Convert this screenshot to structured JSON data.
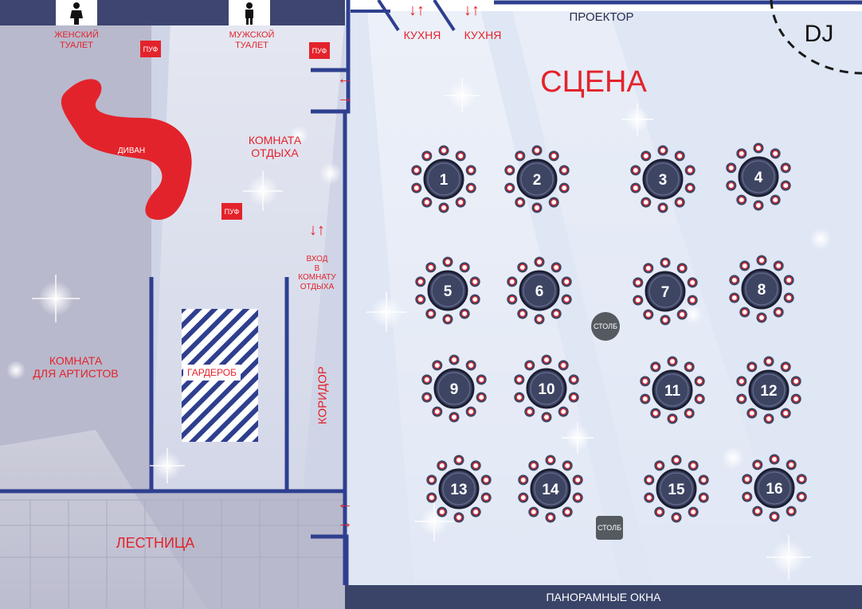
{
  "labels": {
    "women_wc": "ЖЕНСКИЙ\nТУАЛЕТ",
    "men_wc": "МУЖСКОЙ\nТУАЛЕТ",
    "pouf": "ПУФ",
    "sofa": "ДИВАН",
    "lounge": "КОМНАТА\nОТДЫХА",
    "artists": "КОМНАТА\nДЛЯ АРТИСТОВ",
    "wardrobe": "ГАРДЕРОБ",
    "corridor": "КОРИДОР",
    "lounge_entry": "ВХОД\nВ\nКОМНАТУ\nОТДЫХА",
    "stairs": "ЛЕСТНИЦА",
    "kitchen": "КУХНЯ",
    "projector": "ПРОЕКТОР",
    "dj": "DJ",
    "stage": "СЦЕНА",
    "pillar": "СТОЛБ",
    "windows": "ПАНОРАМНЫЕ ОКНА",
    "arrows_updown": "↓↑",
    "arrow_left": "←",
    "arrow_right": "→"
  },
  "tables": [
    {
      "number": "1",
      "seats": 10
    },
    {
      "number": "2",
      "seats": 10
    },
    {
      "number": "3",
      "seats": 10
    },
    {
      "number": "4",
      "seats": 10
    },
    {
      "number": "5",
      "seats": 10
    },
    {
      "number": "6",
      "seats": 10
    },
    {
      "number": "7",
      "seats": 10
    },
    {
      "number": "8",
      "seats": 10
    },
    {
      "number": "9",
      "seats": 10
    },
    {
      "number": "10",
      "seats": 10
    },
    {
      "number": "11",
      "seats": 10
    },
    {
      "number": "12",
      "seats": 10
    },
    {
      "number": "13",
      "seats": 10
    },
    {
      "number": "14",
      "seats": 10
    },
    {
      "number": "15",
      "seats": 10
    },
    {
      "number": "16",
      "seats": 10
    }
  ],
  "colors": {
    "accent_red": "#e3232b",
    "wall_blue": "#2f3f8f",
    "table_fill": "#3e4563",
    "floor_grey": "#b8b9cc",
    "hall_light": "#dfe6f4",
    "windows_bar": "#3a4468"
  }
}
